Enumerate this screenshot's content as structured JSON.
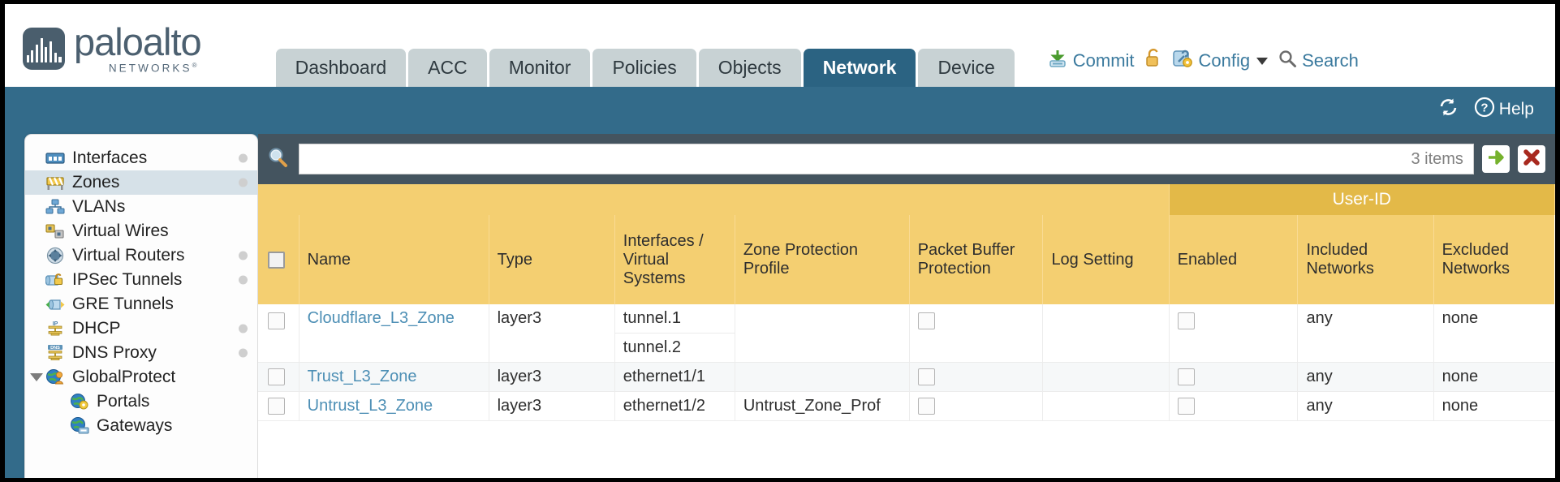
{
  "brand": {
    "name": "paloalto",
    "tagline": "NETWORKS",
    "registered": "®"
  },
  "tabs": [
    {
      "label": "Dashboard",
      "active": false
    },
    {
      "label": "ACC",
      "active": false
    },
    {
      "label": "Monitor",
      "active": false
    },
    {
      "label": "Policies",
      "active": false
    },
    {
      "label": "Objects",
      "active": false
    },
    {
      "label": "Network",
      "active": true
    },
    {
      "label": "Device",
      "active": false
    }
  ],
  "top_actions": {
    "commit": "Commit",
    "lock_icon": "padlock-icon",
    "config": "Config",
    "search": "Search"
  },
  "blueband": {
    "refresh_icon": "refresh-icon",
    "help_label": "Help",
    "help_icon": "help-icon"
  },
  "sidebar": {
    "items": [
      {
        "label": "Interfaces",
        "icon": "interfaces-icon",
        "dot": true,
        "selected": false,
        "child": false,
        "twisty": false
      },
      {
        "label": "Zones",
        "icon": "zones-icon",
        "dot": true,
        "selected": true,
        "child": false,
        "twisty": false
      },
      {
        "label": "VLANs",
        "icon": "vlans-icon",
        "dot": false,
        "selected": false,
        "child": false,
        "twisty": false
      },
      {
        "label": "Virtual Wires",
        "icon": "virtual-wires-icon",
        "dot": false,
        "selected": false,
        "child": false,
        "twisty": false
      },
      {
        "label": "Virtual Routers",
        "icon": "virtual-routers-icon",
        "dot": true,
        "selected": false,
        "child": false,
        "twisty": false
      },
      {
        "label": "IPSec Tunnels",
        "icon": "ipsec-tunnels-icon",
        "dot": true,
        "selected": false,
        "child": false,
        "twisty": false
      },
      {
        "label": "GRE Tunnels",
        "icon": "gre-tunnels-icon",
        "dot": false,
        "selected": false,
        "child": false,
        "twisty": false
      },
      {
        "label": "DHCP",
        "icon": "dhcp-icon",
        "dot": true,
        "selected": false,
        "child": false,
        "twisty": false
      },
      {
        "label": "DNS Proxy",
        "icon": "dns-proxy-icon",
        "dot": true,
        "selected": false,
        "child": false,
        "twisty": false
      },
      {
        "label": "GlobalProtect",
        "icon": "globalprotect-icon",
        "dot": false,
        "selected": false,
        "child": false,
        "twisty": true
      },
      {
        "label": "Portals",
        "icon": "portals-icon",
        "dot": false,
        "selected": false,
        "child": true,
        "twisty": false
      },
      {
        "label": "Gateways",
        "icon": "gateways-icon",
        "dot": false,
        "selected": false,
        "child": true,
        "twisty": false
      }
    ]
  },
  "filterbar": {
    "search_icon": "search-icon",
    "search_value": "",
    "search_placeholder": "",
    "items_count": "3 items",
    "apply_icon": "arrow-right-icon",
    "clear_icon": "red-x-icon"
  },
  "table": {
    "group_header": "User-ID",
    "columns": [
      "Name",
      "Type",
      "Interfaces / Virtual Systems",
      "Zone Protection Profile",
      "Packet Buffer Protection",
      "Log Setting",
      "Enabled",
      "Included Networks",
      "Excluded Networks"
    ],
    "rows": [
      {
        "selected": false,
        "name": "Cloudflare_L3_Zone",
        "type": "layer3",
        "interfaces": [
          "tunnel.1",
          "tunnel.2"
        ],
        "zone_protection_profile": "",
        "packet_buffer_protection": false,
        "log_setting": "",
        "user_id_enabled": false,
        "included_networks": "any",
        "excluded_networks": "none"
      },
      {
        "selected": false,
        "name": "Trust_L3_Zone",
        "type": "layer3",
        "interfaces": [
          "ethernet1/1"
        ],
        "zone_protection_profile": "",
        "packet_buffer_protection": false,
        "log_setting": "",
        "user_id_enabled": false,
        "included_networks": "any",
        "excluded_networks": "none"
      },
      {
        "selected": false,
        "name": "Untrust_L3_Zone",
        "type": "layer3",
        "interfaces": [
          "ethernet1/2"
        ],
        "zone_protection_profile": "Untrust_Zone_Prof",
        "packet_buffer_protection": false,
        "log_setting": "",
        "user_id_enabled": false,
        "included_networks": "any",
        "excluded_networks": "none"
      }
    ]
  },
  "colors": {
    "brand_blue": "#336b8a",
    "tab_active": "#2b6382",
    "tab_inactive": "#c8d2d4",
    "table_header": "#f4cf71",
    "group_header": "#e3b948",
    "link": "#4d8fb5",
    "filter_bar": "#44545f"
  }
}
